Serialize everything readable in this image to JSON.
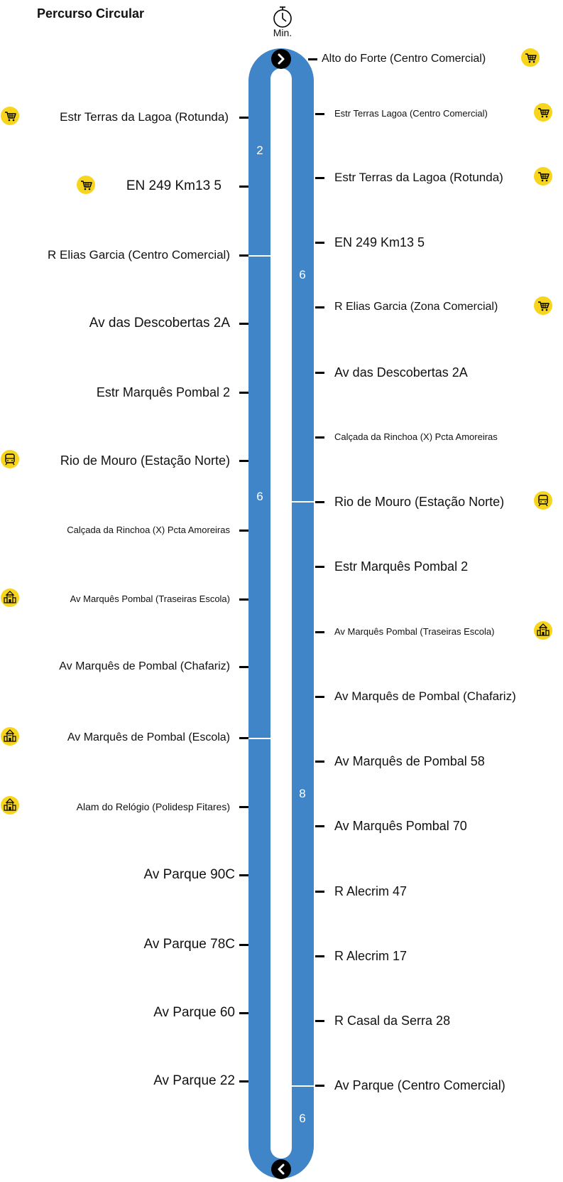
{
  "title": "Percurso Circular",
  "timer": {
    "icon": "stopwatch-icon",
    "label": "Min."
  },
  "segments": {
    "left_top": "2",
    "left_mid": "6",
    "right_top": "6",
    "right_mid": "8",
    "right_bottom": "6"
  },
  "colors": {
    "route": "#3f85c8",
    "poi": "#f7d51d"
  },
  "stops_right": [
    {
      "name": "Alto do Forte (Centro Comercial)",
      "icon": "shopping-cart-icon"
    },
    {
      "name": "Estr Terras Lagoa (Centro Comercial)",
      "icon": "shopping-cart-icon"
    },
    {
      "name": "Estr Terras da Lagoa (Rotunda)",
      "icon": "shopping-cart-icon"
    },
    {
      "name": "EN 249 Km13 5"
    },
    {
      "name": "R Elias Garcia (Zona Comercial)",
      "icon": "shopping-cart-icon"
    },
    {
      "name": "Av das Descobertas 2A"
    },
    {
      "name": "Calçada da Rinchoa (X) Pcta Amoreiras"
    },
    {
      "name": "Rio de Mouro (Estação Norte)",
      "icon": "train-icon"
    },
    {
      "name": "Estr Marquês Pombal 2"
    },
    {
      "name": "Av Marquês Pombal (Traseiras Escola)",
      "icon": "school-icon"
    },
    {
      "name": "Av Marquês de Pombal (Chafariz)"
    },
    {
      "name": "Av Marquês de Pombal 58"
    },
    {
      "name": "Av Marquês Pombal 70"
    },
    {
      "name": "R Alecrim 47"
    },
    {
      "name": "R Alecrim 17"
    },
    {
      "name": "R Casal da Serra 28"
    },
    {
      "name": "Av Parque (Centro Comercial)"
    }
  ],
  "stops_left": [
    {
      "name": "Estr Terras da Lagoa (Rotunda)",
      "icon": "shopping-cart-icon"
    },
    {
      "name": "EN 249 Km13 5",
      "icon": "shopping-cart-icon"
    },
    {
      "name": "R Elias Garcia (Centro Comercial)"
    },
    {
      "name": "Av das Descobertas 2A"
    },
    {
      "name": "Estr Marquês Pombal 2"
    },
    {
      "name": "Rio de Mouro (Estação Norte)",
      "icon": "train-icon"
    },
    {
      "name": "Calçada da Rinchoa (X) Pcta Amoreiras"
    },
    {
      "name": "Av Marquês Pombal (Traseiras Escola)",
      "icon": "school-icon"
    },
    {
      "name": "Av Marquês de Pombal (Chafariz)"
    },
    {
      "name": "Av Marquês de Pombal (Escola)",
      "icon": "school-icon"
    },
    {
      "name": "Alam do Relógio (Polidesp Fitares)",
      "icon": "school-icon"
    },
    {
      "name": "Av Parque 90C"
    },
    {
      "name": "Av Parque 78C"
    },
    {
      "name": "Av Parque 60"
    },
    {
      "name": "Av Parque 22"
    }
  ]
}
